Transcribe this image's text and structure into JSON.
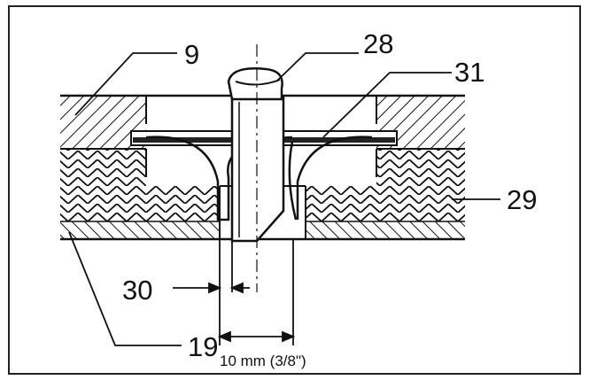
{
  "figure": {
    "callouts": {
      "c9": "9",
      "c28": "28",
      "c31": "31",
      "c29": "29",
      "c30": "30",
      "c19": "19"
    },
    "dimension_label": "10 mm (3/8\")"
  }
}
